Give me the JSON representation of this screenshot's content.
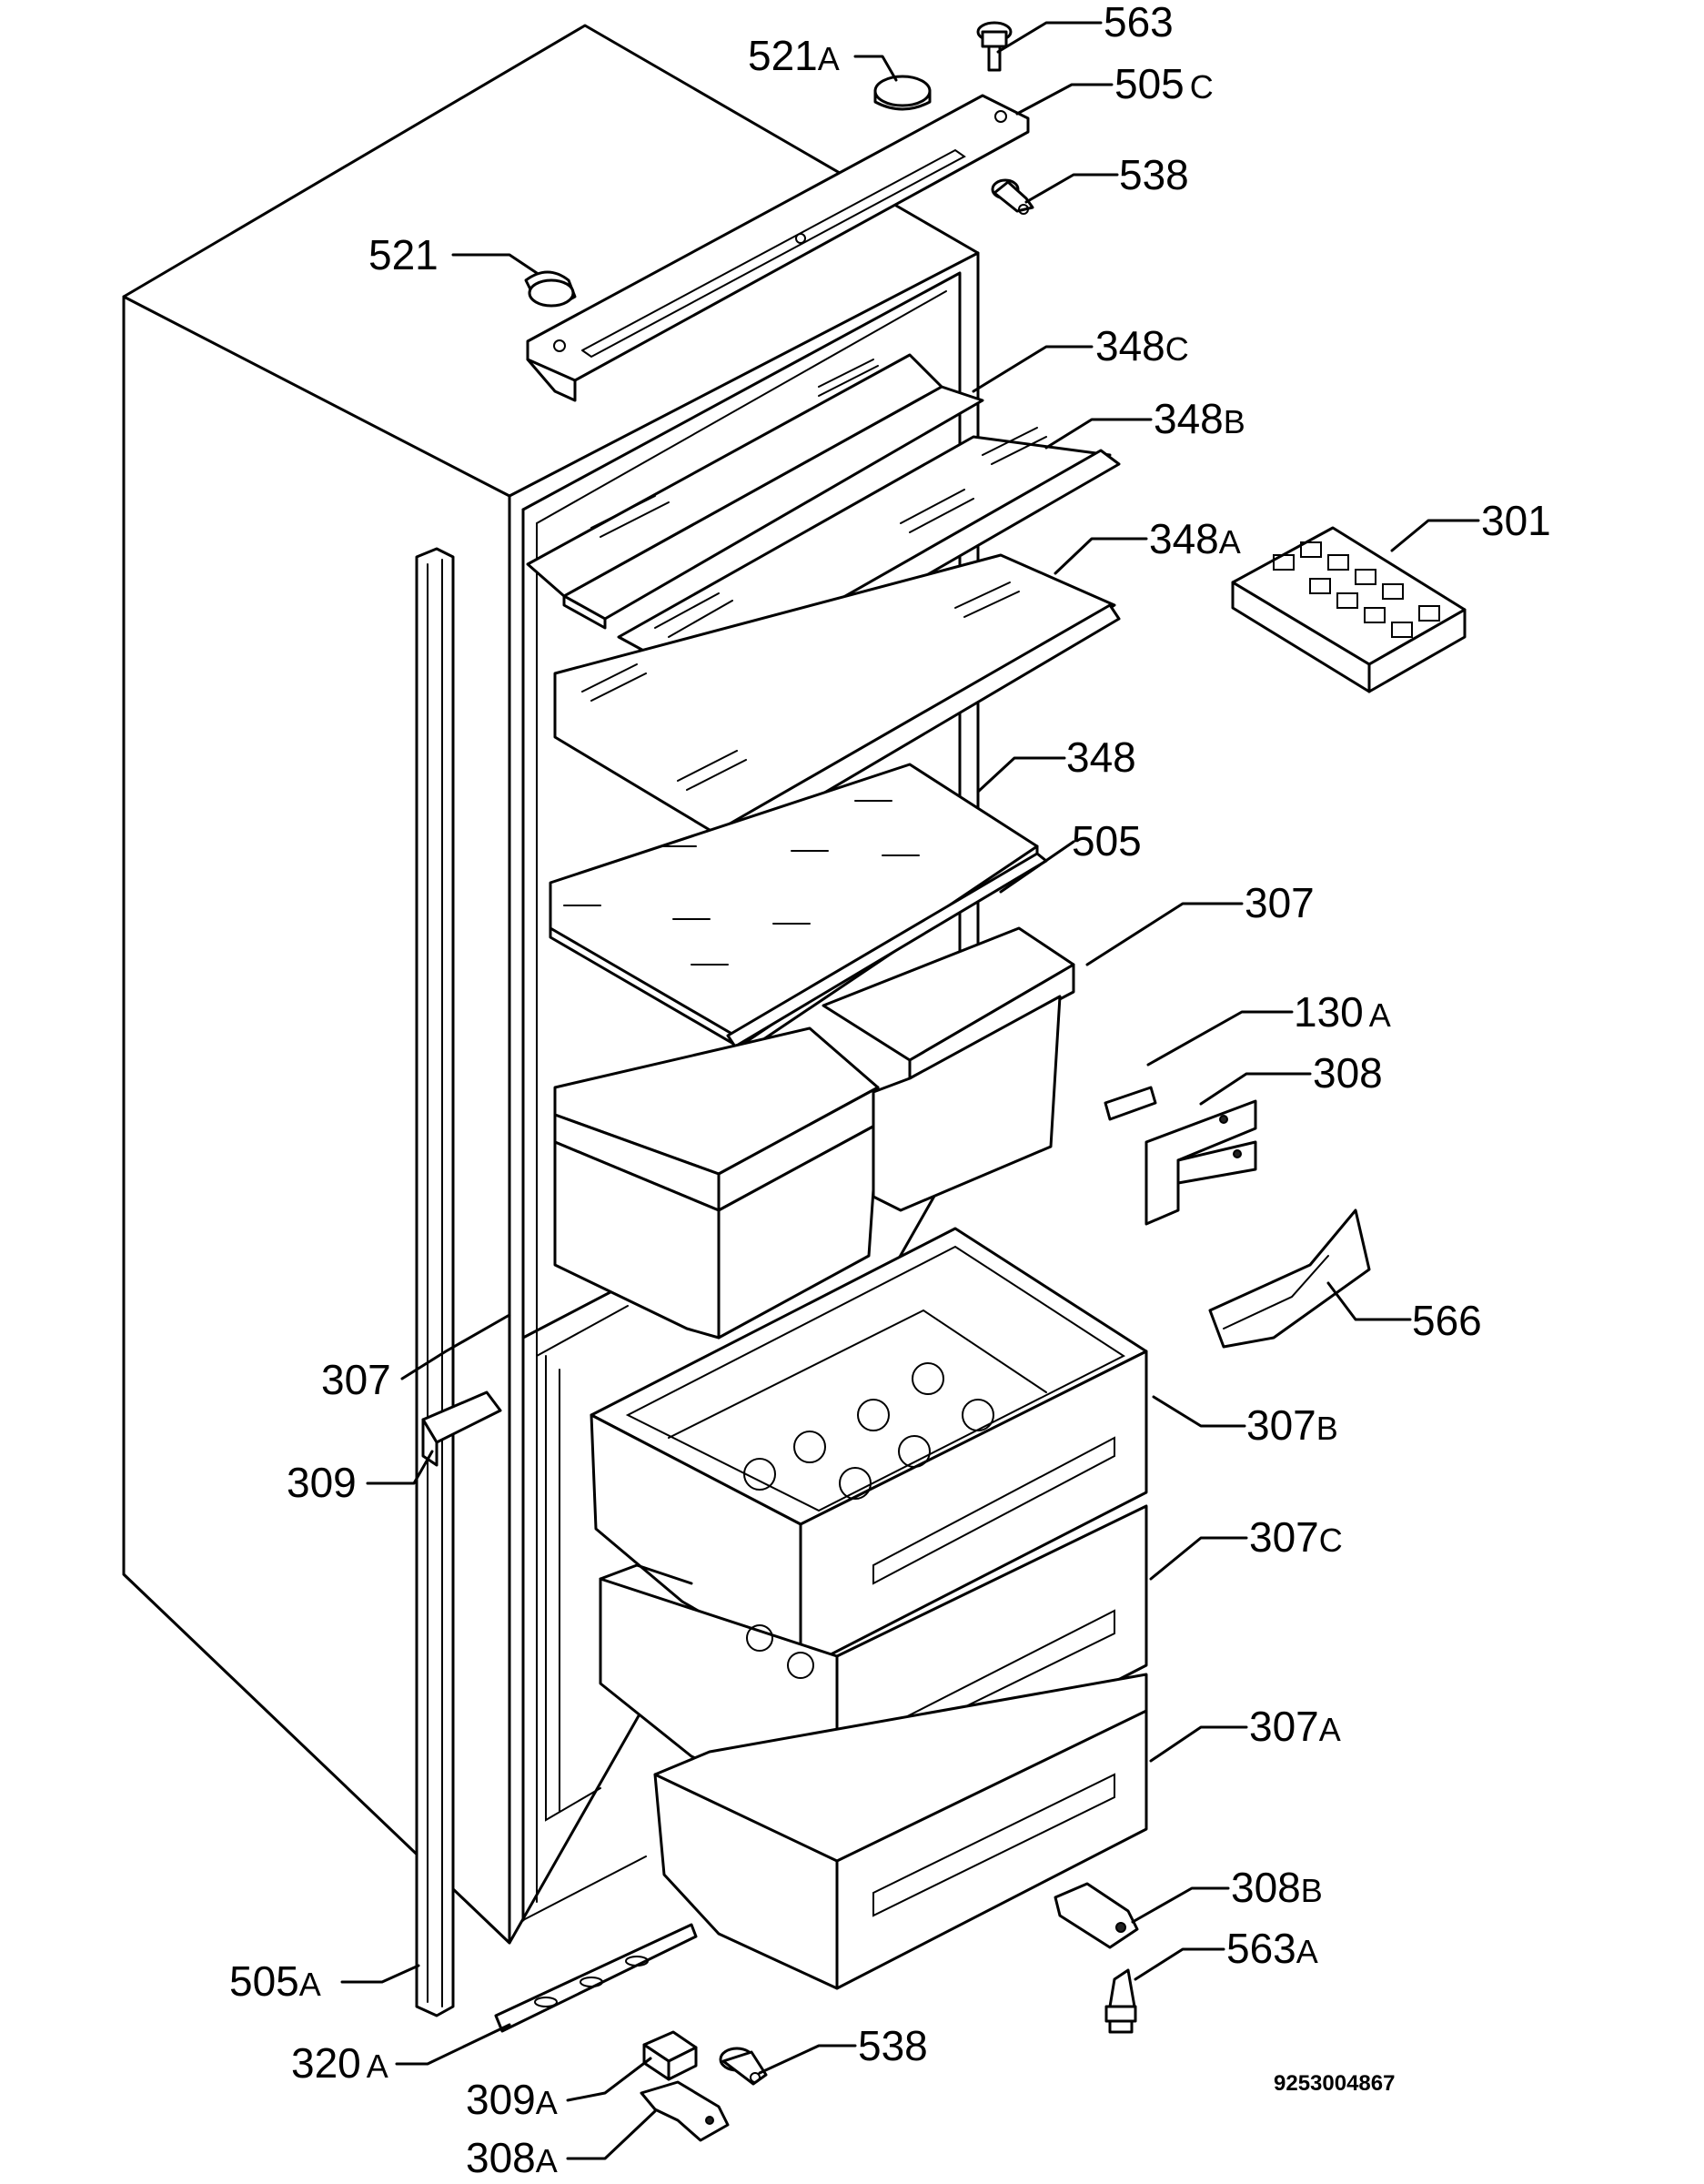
{
  "labels": [
    {
      "key": "l563",
      "base": "563",
      "suffix": ""
    },
    {
      "key": "l521a",
      "base": "521",
      "suffix": "A"
    },
    {
      "key": "l505c",
      "base": "505",
      "suffix": "C"
    },
    {
      "key": "l538t",
      "base": "538",
      "suffix": ""
    },
    {
      "key": "l521",
      "base": "521",
      "suffix": ""
    },
    {
      "key": "l348c",
      "base": "348",
      "suffix": "C"
    },
    {
      "key": "l348b",
      "base": "348",
      "suffix": "B"
    },
    {
      "key": "l348a",
      "base": "348",
      "suffix": "A"
    },
    {
      "key": "l301",
      "base": "301",
      "suffix": ""
    },
    {
      "key": "l348",
      "base": "348",
      "suffix": ""
    },
    {
      "key": "l505",
      "base": "505",
      "suffix": ""
    },
    {
      "key": "l307t",
      "base": "307",
      "suffix": ""
    },
    {
      "key": "l130a",
      "base": "130",
      "suffix": "A"
    },
    {
      "key": "l308",
      "base": "308",
      "suffix": ""
    },
    {
      "key": "l566",
      "base": "566",
      "suffix": ""
    },
    {
      "key": "l307l",
      "base": "307",
      "suffix": ""
    },
    {
      "key": "l307b",
      "base": "307",
      "suffix": "B"
    },
    {
      "key": "l309",
      "base": "309",
      "suffix": ""
    },
    {
      "key": "l307c",
      "base": "307",
      "suffix": "C"
    },
    {
      "key": "l307a",
      "base": "307",
      "suffix": "A"
    },
    {
      "key": "l308b",
      "base": "308",
      "suffix": "B"
    },
    {
      "key": "l563a",
      "base": "563",
      "suffix": "A"
    },
    {
      "key": "l505a",
      "base": "505",
      "suffix": "A"
    },
    {
      "key": "l320a",
      "base": "320",
      "suffix": "A"
    },
    {
      "key": "l538b",
      "base": "538",
      "suffix": ""
    },
    {
      "key": "l309a",
      "base": "309",
      "suffix": "A"
    },
    {
      "key": "l308a",
      "base": "308",
      "suffix": "A"
    }
  ],
  "drawing_code": "9253004867"
}
